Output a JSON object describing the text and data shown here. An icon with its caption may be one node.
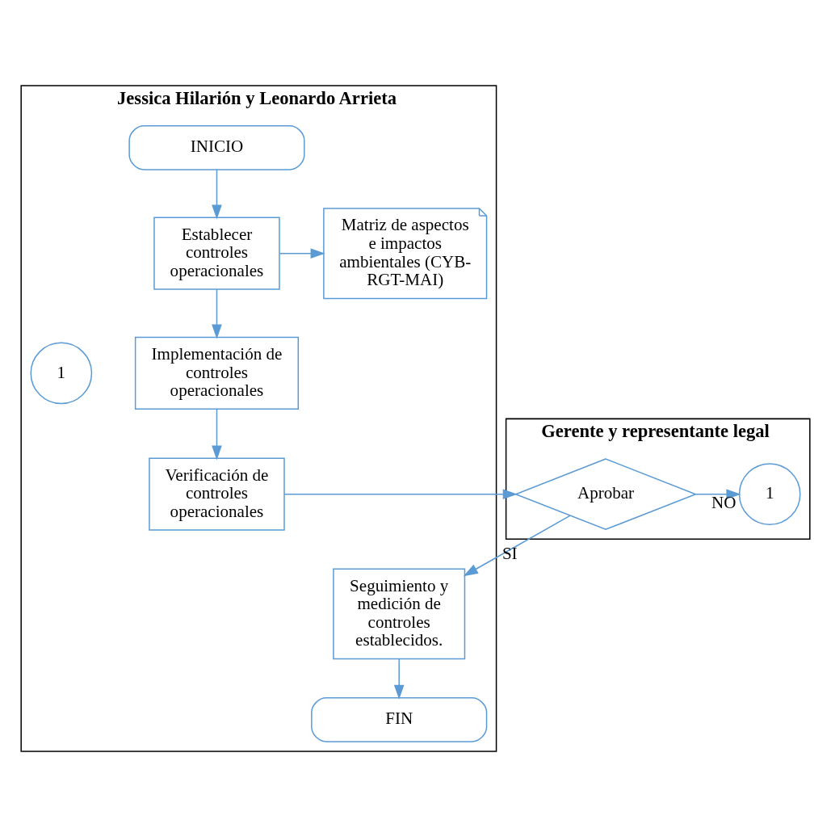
{
  "diagram": {
    "nodes": [
      {
        "text": [
          "Jessica Hilarión y Leonardo Arrieta"
        ]
      },
      {
        "text": [
          "Gerente y representante legal"
        ]
      },
      {
        "text": [
          "INICIO"
        ],
        "in": 0
      },
      {
        "text": [
          "Establecer controles operacionales"
        ],
        "in": 0
      },
      {
        "text": [
          "Matriz de aspectos e impactos ambientales (CYB-RGT-MAI)"
        ],
        "in": 0
      },
      {
        "text": [
          "1"
        ],
        "in": 0
      },
      {
        "text": [
          "Implementación de controles operacionales"
        ],
        "in": 0
      },
      {
        "text": [
          "Verificación de controles operacionales"
        ],
        "in": 0
      },
      {
        "text": [
          "Aprobar"
        ],
        "in": 1
      },
      {
        "text": [
          "1"
        ],
        "in": 1
      },
      {
        "text": [
          "Seguimiento y medición de controles establecidos."
        ],
        "in": 0
      },
      {
        "text": [
          "FIN"
        ],
        "in": 0
      }
    ],
    "edges": [
      {
        "from": 2,
        "to": 3,
        "arrow": "to"
      },
      {
        "from": 3,
        "to": 4,
        "arrow": "to"
      },
      {
        "from": 3,
        "to": 6,
        "arrow": "to"
      },
      {
        "from": 6,
        "to": 7,
        "arrow": "to"
      },
      {
        "from": 7,
        "to": 8,
        "arrow": "to"
      },
      {
        "from": 8,
        "to": 9,
        "label": "NO",
        "arrow": "to"
      },
      {
        "from": 8,
        "to": 10,
        "label": "SI",
        "arrow": "to"
      },
      {
        "from": 10,
        "to": 11,
        "arrow": "to"
      }
    ]
  }
}
